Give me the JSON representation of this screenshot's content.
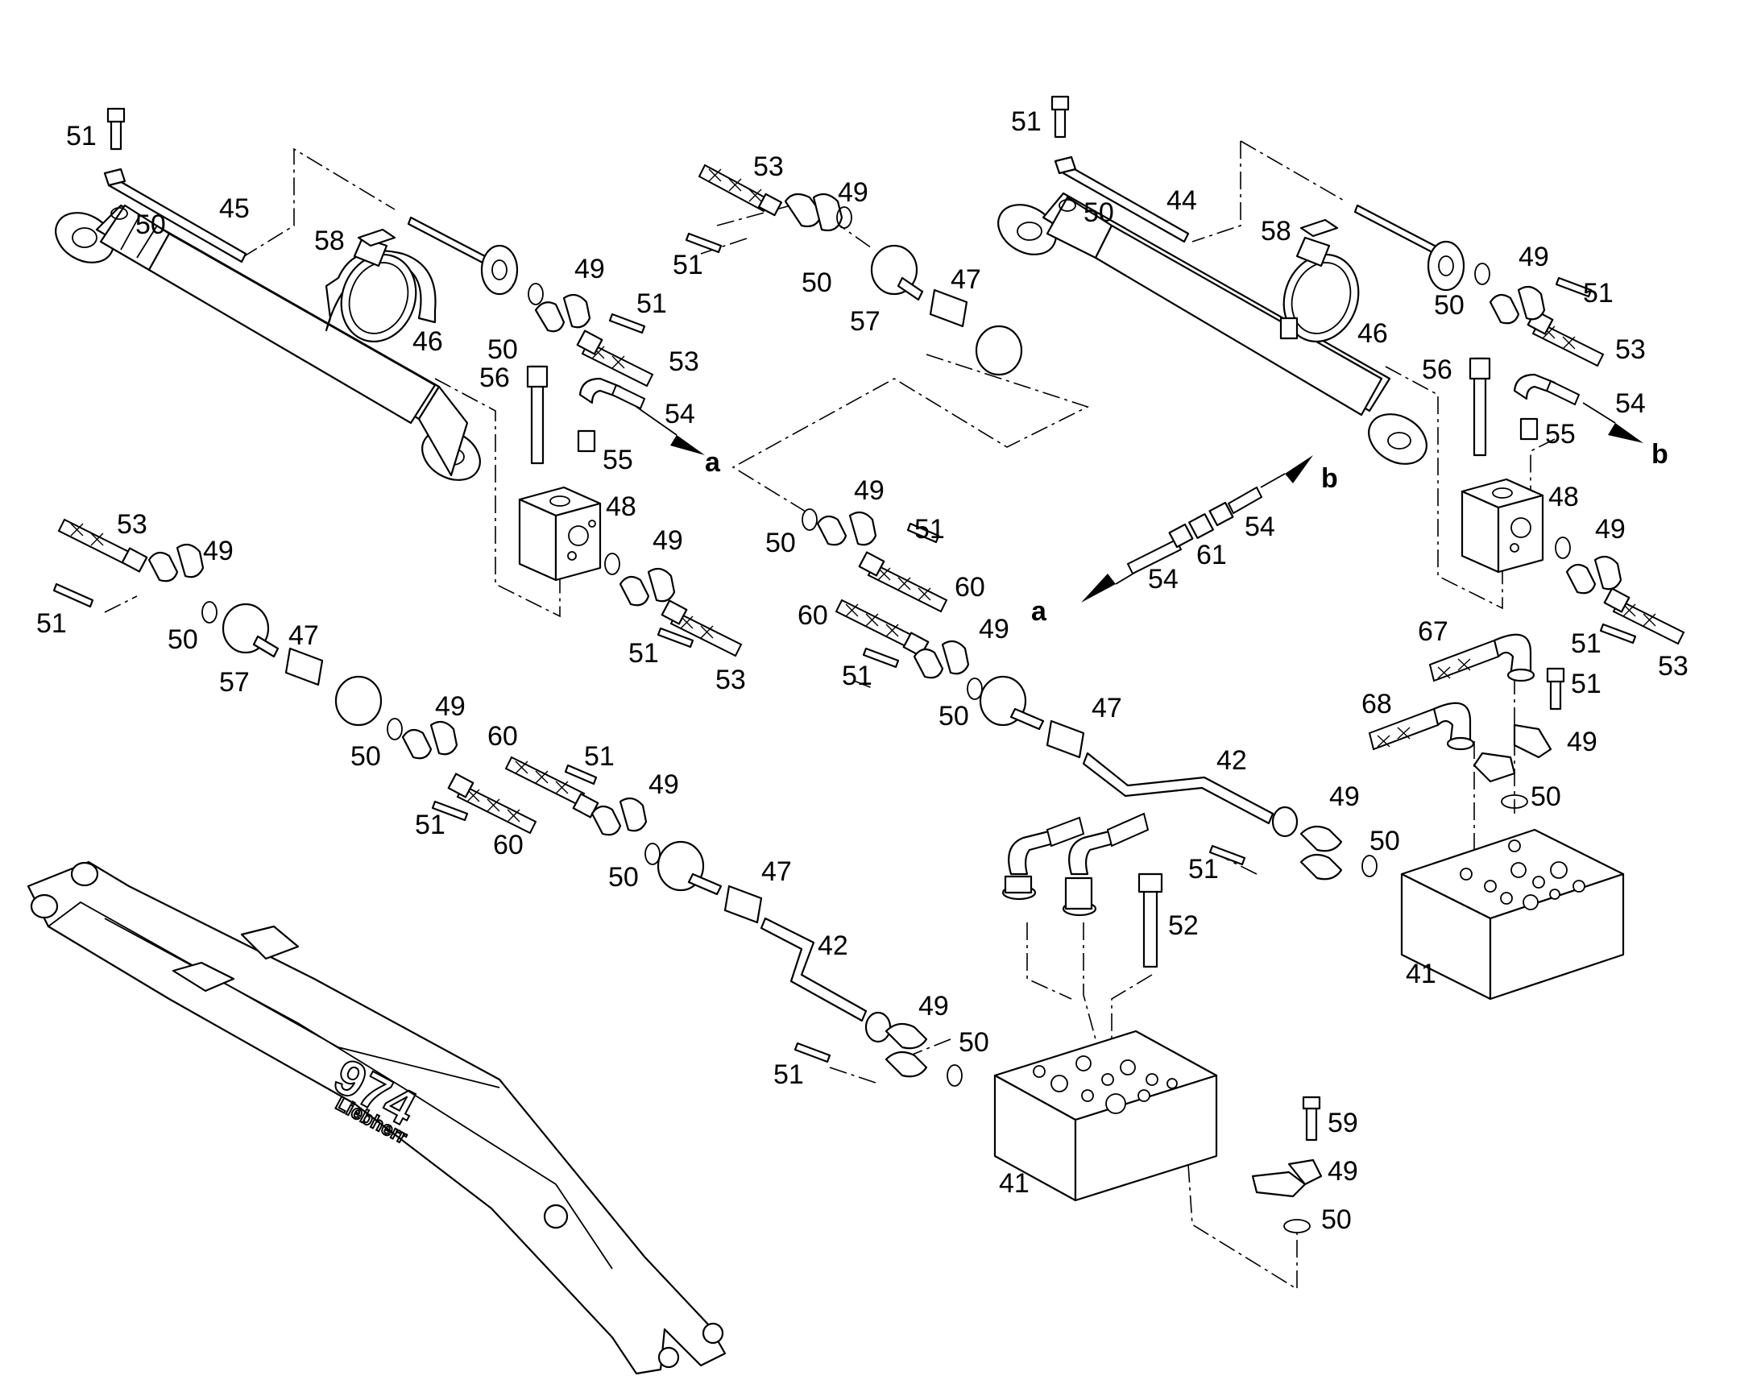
{
  "diagram": {
    "callouts": {
      "c51": "51",
      "c45": "45",
      "c50": "50",
      "c58": "58",
      "c46": "46",
      "c53": "53",
      "c49": "49",
      "c57": "57",
      "c47": "47",
      "c56": "56",
      "c54": "54",
      "c55": "55",
      "c48": "48",
      "c44": "44",
      "c60": "60",
      "c61": "61",
      "c42": "42",
      "c67": "67",
      "c68": "68",
      "c41": "41",
      "c52": "52",
      "c59": "59"
    },
    "connectors": {
      "a": "a",
      "b": "b"
    },
    "boom_marking": {
      "model": "974",
      "brand": "Liebherr"
    }
  }
}
